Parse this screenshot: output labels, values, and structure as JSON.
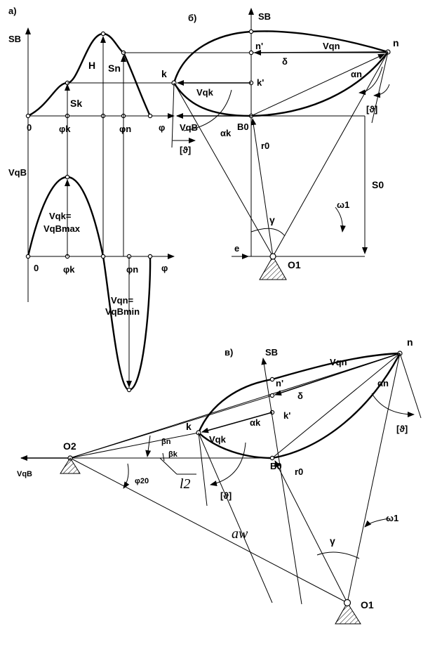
{
  "panels": {
    "a": "а)",
    "b": "б)",
    "v": "в)"
  },
  "labels": {
    "SB": "SB",
    "H": "H",
    "Sn": "Sn",
    "Sk": "Sk",
    "zero": "0",
    "phi": "φ",
    "phik": "φk",
    "phin": "φn",
    "VqB": "VqB",
    "Vqk_max_1": "Vqk=",
    "Vqk_max_2": "VqBmax",
    "Vqn_min_1": "Vqn=",
    "Vqn_min_2": "VqBmin",
    "n": "n",
    "nprime": "n'",
    "k": "k",
    "kprime": "k'",
    "Vqn": "Vqn",
    "Vqk": "Vqk",
    "delta": "δ",
    "alphan": "αn",
    "alphak": "αk",
    "theta": "[ϑ]",
    "B0": "B0",
    "r0": "r0",
    "S0": "S0",
    "gamma": "γ",
    "omega1": "ω1",
    "e": "e",
    "O1": "O1",
    "O2": "O2",
    "betan": "βn",
    "betak": "βk",
    "phi20": "φ20",
    "l2": "l2",
    "aw": "aw"
  }
}
